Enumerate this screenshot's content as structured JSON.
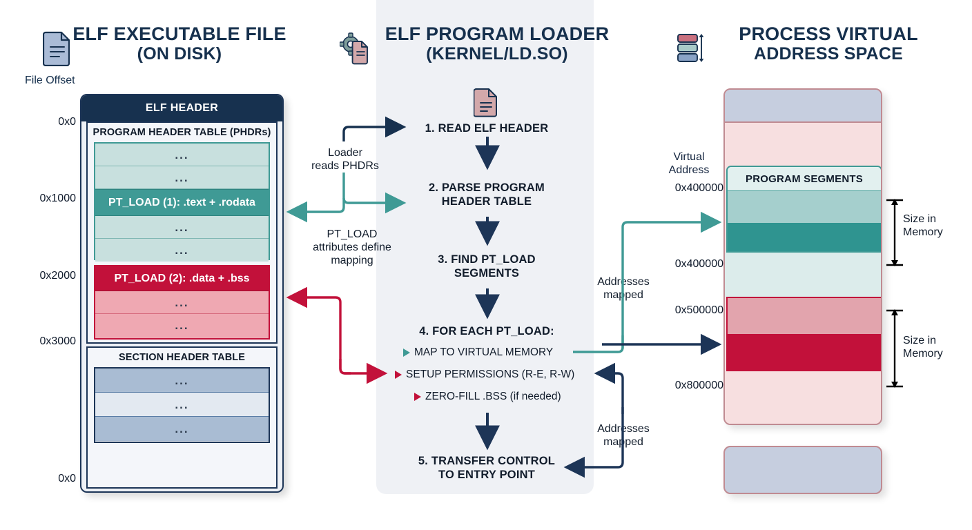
{
  "columns": {
    "elf_file": {
      "title": "ELF EXECUTABLE FILE",
      "subtitle": "(ON DISK)",
      "icon": "document-icon",
      "axis_label": "File Offset",
      "header_bar": "ELF HEADER",
      "phdr_panel_title": "PROGRAM HEADER TABLE (PHDRs)",
      "sht_panel_title": "SECTION HEADER TABLE",
      "phdr_rows": [
        {
          "label": "...",
          "kind": "ellipsis"
        },
        {
          "label": "...",
          "kind": "ellipsis"
        },
        {
          "label": "PT_LOAD (1): .text + .rodata",
          "kind": "segment"
        },
        {
          "label": "...",
          "kind": "ellipsis"
        },
        {
          "label": "...",
          "kind": "ellipsis"
        }
      ],
      "data_rows": [
        {
          "label": "PT_LOAD (2): .data + .bss",
          "kind": "segment"
        },
        {
          "label": "...",
          "kind": "ellipsis"
        },
        {
          "label": "...",
          "kind": "ellipsis"
        }
      ],
      "section_rows": [
        {
          "label": "..."
        },
        {
          "label": "..."
        },
        {
          "label": "..."
        }
      ],
      "offsets": [
        "0x0",
        "0x1000",
        "0x2000",
        "0x3000",
        "0x0"
      ]
    },
    "loader": {
      "title": "ELF PROGRAM LOADER",
      "subtitle": "(KERNEL/LD.SO)",
      "icon": "gear-document-icon",
      "step_icon": "document-icon",
      "steps": [
        {
          "id": 1,
          "text": "1. READ ELF HEADER"
        },
        {
          "id": 2,
          "line1": "2. PARSE PROGRAM",
          "line2": "HEADER TABLE"
        },
        {
          "id": 3,
          "line1": "3. FIND PT_LOAD",
          "line2": "SEGMENTS"
        },
        {
          "id": 4,
          "text": "4. FOR EACH PT_LOAD:"
        },
        {
          "id": 5,
          "line1": "5. TRANSFER CONTROL",
          "line2": "TO ENTRY POINT"
        }
      ],
      "bullets": [
        {
          "label": "MAP TO VIRTUAL MEMORY",
          "marker": "triangle-teal"
        },
        {
          "label": "SETUP PERMISSIONS (R-E, R-W)",
          "marker": "triangle-red"
        },
        {
          "label": "ZERO-FILL .BSS (if needed)",
          "marker": "triangle-red"
        }
      ]
    },
    "vas": {
      "title": "PROCESS VIRTUAL",
      "subtitle": "ADDRESS SPACE",
      "icon": "memory-stack-icon",
      "va_label_line1": "Virtual",
      "va_label_line2": "Address",
      "segments_title": "PROGRAM SEGMENTS",
      "addresses": [
        "0x400000",
        "0x400000",
        "0x500000",
        "0x800000"
      ],
      "size_labels": [
        {
          "line1": "Size in",
          "line2": "Memory"
        },
        {
          "line1": "Size in",
          "line2": "Memory"
        }
      ]
    }
  },
  "connectors": [
    {
      "id": "loader-reads-phdrs",
      "line1": "Loader",
      "line2": "reads PHDRs"
    },
    {
      "id": "pt-load-attributes",
      "line1": "PT_LOAD",
      "line2": "attributes define",
      "line3": "mapping"
    },
    {
      "id": "addresses-mapped-top",
      "line1": "Addresses",
      "line2": "mapped"
    },
    {
      "id": "addresses-mapped-bottom",
      "line1": "Addresses",
      "line2": "mapped"
    }
  ],
  "colors": {
    "navy": "#17314f",
    "teal": "#3f9a95",
    "teal_dark": "#2f9490",
    "teal_light": "#c8e0de",
    "crimson": "#c2113a",
    "pink_light": "#efa8b2",
    "blue_grey": "#a9bcd3",
    "panel_bg": "#eff1f5",
    "vas_pink": "#f7dfe0"
  }
}
